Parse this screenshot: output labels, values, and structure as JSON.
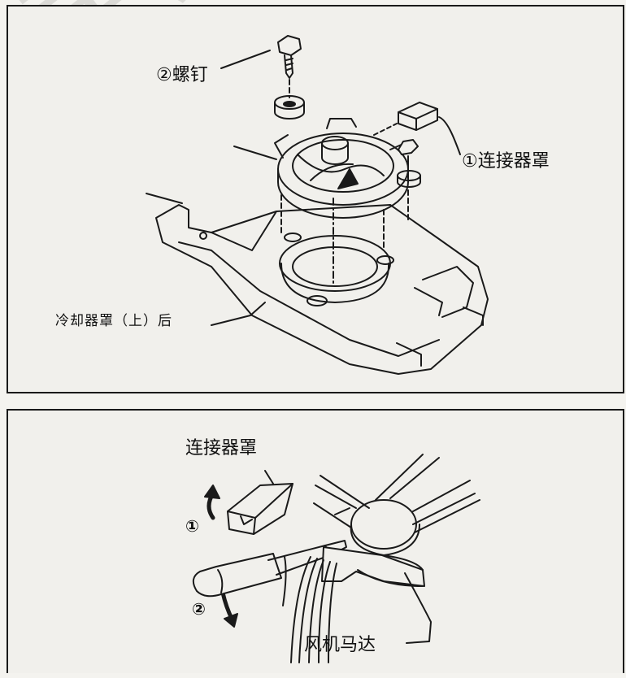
{
  "top_diagram": {
    "labels": {
      "screw": "②螺钉",
      "connector_cover": "①连接器罩",
      "cooler_cover": "冷却器罩（上）后"
    }
  },
  "bottom_diagram": {
    "labels": {
      "connector_cover": "连接器罩",
      "step1": "①",
      "step2": "②",
      "fan_motor": "风机马达"
    }
  },
  "watermark": {
    "text": "更多资料"
  },
  "colors": {
    "ink": "#1a1a1a",
    "paper": "#f1f0ec"
  }
}
